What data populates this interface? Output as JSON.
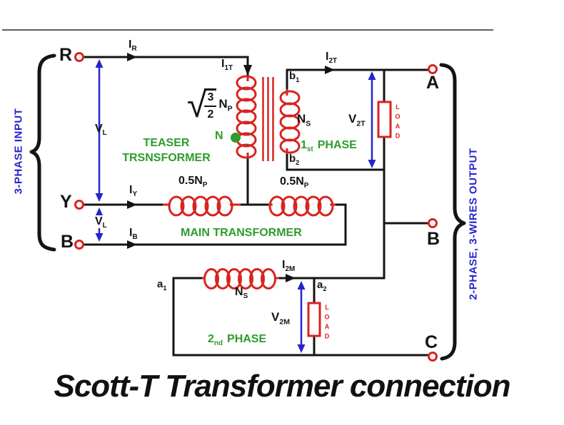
{
  "title": "Scott-T Transformer connection",
  "colors": {
    "wire": "#141414",
    "coil_red": "#d8231f",
    "accent_blue": "#2525cb",
    "accent_green": "#2e9b2d"
  },
  "side_labels": {
    "input": "3-PHASE INPUT",
    "output": "2-PHASE, 3-WIRES OUTPUT"
  },
  "input_terminals": {
    "r": "R",
    "y": "Y",
    "b": "B"
  },
  "output_terminals": {
    "a": "A",
    "b": "B",
    "c": "C"
  },
  "currents": {
    "ir": {
      "sym": "I",
      "sub": "R"
    },
    "iy": {
      "sym": "I",
      "sub": "Y"
    },
    "ib": {
      "sym": "I",
      "sub": "B"
    },
    "i1t": {
      "sym": "I",
      "sub": "1T"
    },
    "i2t": {
      "sym": "I",
      "sub": "2T"
    },
    "i2m": {
      "sym": "I",
      "sub": "2M"
    }
  },
  "voltages": {
    "vl_ry": {
      "sym": "V",
      "sub": "L"
    },
    "vl_yb": {
      "sym": "V",
      "sub": "L"
    },
    "v2t": {
      "sym": "V",
      "sub": "2T"
    },
    "v2m": {
      "sym": "V",
      "sub": "2M"
    }
  },
  "windings": {
    "teaser_primary": {
      "radical_sign": "√",
      "num": "3",
      "den": "2",
      "sym": "N",
      "sub": "P"
    },
    "teaser_secondary": {
      "sym": "N",
      "sub": "S"
    },
    "main_left": {
      "val": "0.5N",
      "sub": "P"
    },
    "main_right": {
      "val": "0.5N",
      "sub": "P"
    },
    "second_phase_secondary": {
      "sym": "N",
      "sub": "S"
    }
  },
  "nodes": {
    "neutral": "N",
    "b1": {
      "sym": "b",
      "sub": "1"
    },
    "b2": {
      "sym": "b",
      "sub": "2"
    },
    "a1": {
      "sym": "a",
      "sub": "1"
    },
    "a2": {
      "sym": "a",
      "sub": "2"
    }
  },
  "annotations": {
    "teaser_line1": "TEASER",
    "teaser_line2": "TRSNSFORMER",
    "main_transformer": "MAIN TRANSFORMER",
    "phase1": {
      "num": "1",
      "sub": "st",
      "word": "PHASE"
    },
    "phase2": {
      "num": "2",
      "sub": "nd",
      "word": "PHASE"
    },
    "load1": "LOAD",
    "load2": "LOAD"
  }
}
